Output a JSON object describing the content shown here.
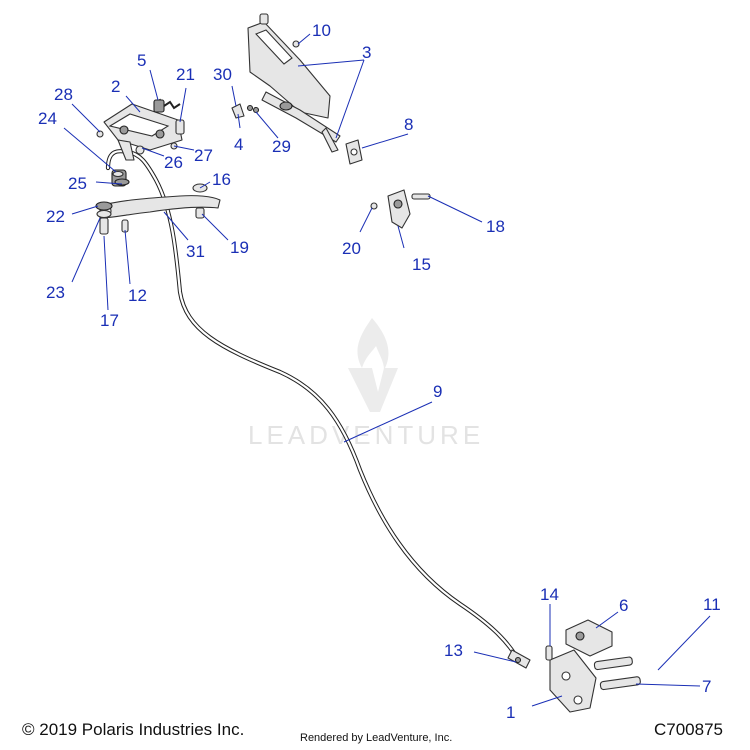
{
  "watermark": {
    "text": "LEADVENTURE"
  },
  "callouts": [
    {
      "label": "1"
    },
    {
      "label": "2"
    },
    {
      "label": "3"
    },
    {
      "label": "4"
    },
    {
      "label": "5"
    },
    {
      "label": "6"
    },
    {
      "label": "7"
    },
    {
      "label": "8"
    },
    {
      "label": "9"
    },
    {
      "label": "10"
    },
    {
      "label": "11"
    },
    {
      "label": "12"
    },
    {
      "label": "13"
    },
    {
      "label": "14"
    },
    {
      "label": "15"
    },
    {
      "label": "16"
    },
    {
      "label": "17"
    },
    {
      "label": "18"
    },
    {
      "label": "19"
    },
    {
      "label": "20"
    },
    {
      "label": "21"
    },
    {
      "label": "22"
    },
    {
      "label": "23"
    },
    {
      "label": "24"
    },
    {
      "label": "25"
    },
    {
      "label": "26"
    },
    {
      "label": "27"
    },
    {
      "label": "28"
    },
    {
      "label": "29"
    },
    {
      "label": "30"
    },
    {
      "label": "31"
    }
  ],
  "footer": {
    "copyright": "© 2019 Polaris Industries Inc.",
    "rendered": "Rendered by LeadVenture, Inc.",
    "code": "C700875"
  }
}
